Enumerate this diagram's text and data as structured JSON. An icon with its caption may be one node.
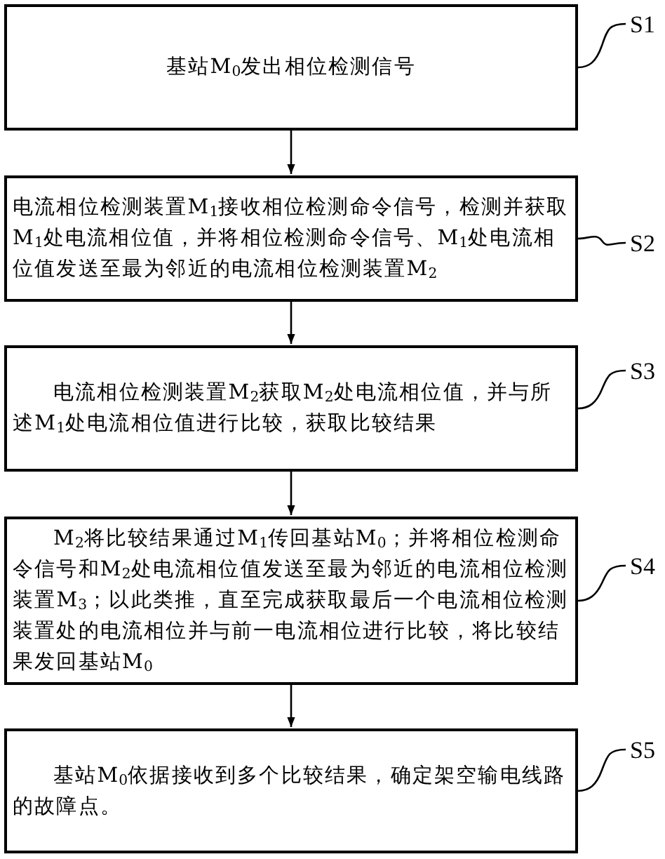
{
  "diagram": {
    "nodes": [
      {
        "text": [
          "基站M$_{0}$发出相位检测信号"
        ]
      },
      {
        "text": [
          "电流相位检测装置M$_{1}$接收相位检测命令信号，检测并获取M$_{1}$处电流相位值，并将相位检测命令信号、M$_{1}$处电流相位值发送至最为邻近的电流相位检测装置M$_{2}$"
        ]
      },
      {
        "text": [
          "电流相位检测装置M$_{2}$获取M$_{2}$处电流相位值，并与所述M$_{1}$处电流相位值进行比较，获取比较结果"
        ]
      },
      {
        "text": [
          "M$_{2}$将比较结果通过M$_{1}$传回基站M$_{0}$；并将相位检测命令信号和M$_{2}$处电流相位值发送至最为邻近的电流相位检测装置M$_{3}$；以此类推，直至完成获取最后一个电流相位检测装置处的电流相位并与前一电流相位进行比较，将比较结果发回基站M$_{0}$"
        ]
      },
      {
        "text": [
          "基站M$_{0}$依据接收到多个比较结果，确定架空输电线路的故障点。"
        ]
      },
      {
        "text": [
          "S1"
        ]
      },
      {
        "text": [
          "S2"
        ]
      },
      {
        "text": [
          "S3"
        ]
      },
      {
        "text": [
          "S4"
        ]
      },
      {
        "text": [
          "S5"
        ]
      }
    ],
    "edges": [
      {
        "from": 0,
        "to": 1,
        "arrow": "to"
      },
      {
        "from": 1,
        "to": 2,
        "arrow": "to"
      },
      {
        "from": 2,
        "to": 3,
        "arrow": "to"
      },
      {
        "from": 3,
        "to": 4,
        "arrow": "to"
      },
      {
        "from": 5,
        "to": 0,
        "arrow": "none"
      },
      {
        "from": 6,
        "to": 1,
        "arrow": "none"
      },
      {
        "from": 7,
        "to": 2,
        "arrow": "none"
      },
      {
        "from": 8,
        "to": 3,
        "arrow": "none"
      },
      {
        "from": 9,
        "to": 4,
        "arrow": "none"
      }
    ]
  }
}
